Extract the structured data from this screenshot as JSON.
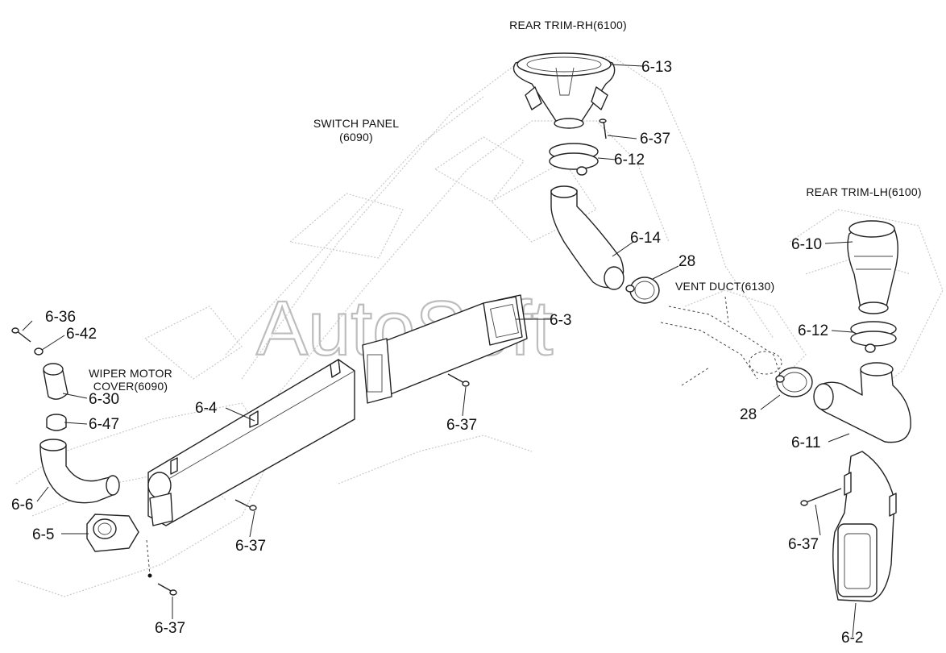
{
  "watermark": "AutoSoft",
  "reference_labels": {
    "rear_trim_rh": "REAR TRIM-RH(6100)",
    "rear_trim_lh": "REAR TRIM-LH(6100)",
    "switch_panel_line1": "SWITCH PANEL",
    "switch_panel_line2": "(6090)",
    "vent_duct": "VENT DUCT(6130)",
    "wiper_cover_line1": "WIPER MOTOR",
    "wiper_cover_line2": "COVER(6090)"
  },
  "part_labels": {
    "p6_13": "6-13",
    "p6_37_top": "6-37",
    "p6_12_top": "6-12",
    "p6_14": "6-14",
    "p28_top": "28",
    "p6_10": "6-10",
    "p6_12_right": "6-12",
    "p28_mid": "28",
    "p6_11": "6-11",
    "p6_37_right": "6-37",
    "p6_2": "6-2",
    "p6_3": "6-3",
    "p6_37_center": "6-37",
    "p6_4": "6-4",
    "p6_37_lower": "6-37",
    "p6_36": "6-36",
    "p6_42": "6-42",
    "p6_30": "6-30",
    "p6_47": "6-47",
    "p6_6": "6-6",
    "p6_5": "6-5",
    "p6_37_bottom": "6-37"
  }
}
